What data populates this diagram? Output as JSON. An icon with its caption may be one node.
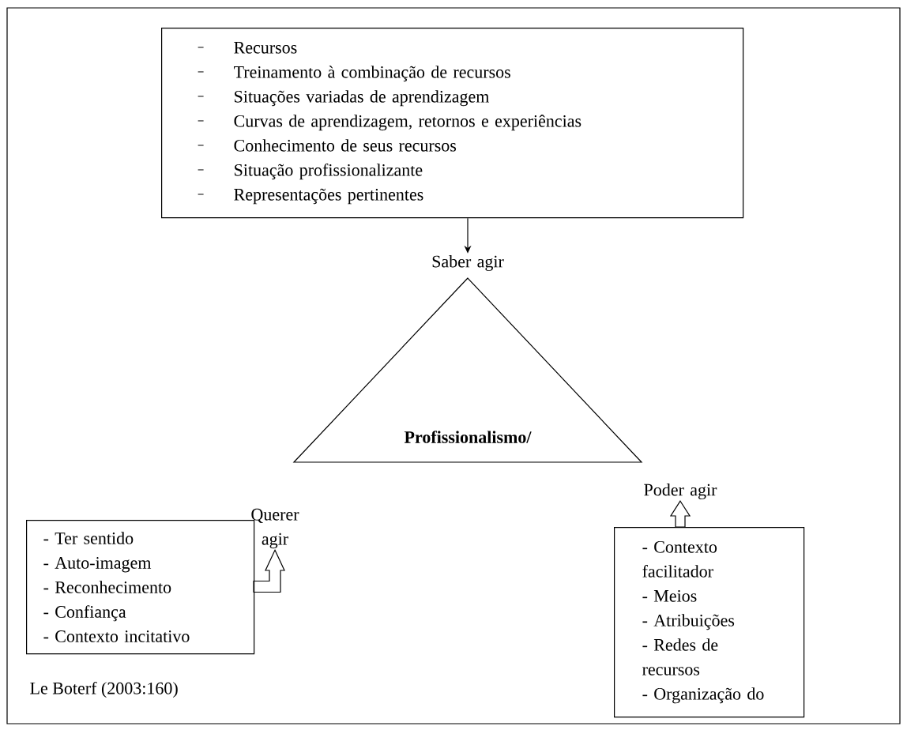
{
  "diagram": {
    "nodes": [
      {
        "text": [
          "Recursos",
          "Treinamento à combinação de recursos",
          "Situações variadas de aprendizagem",
          "Curvas de aprendizagem, retornos e experiências",
          "Conhecimento de seus recursos",
          "Situação profissionalizante",
          "Representações pertinentes"
        ]
      },
      {
        "text": [
          "Saber agir"
        ]
      },
      {
        "text": [
          "Profissionalismo/"
        ]
      },
      {
        "text": [
          "Querer agir"
        ]
      },
      {
        "text": [
          "Poder agir"
        ]
      },
      {
        "text": [
          "- Ter sentido",
          "- Auto-imagem",
          "- Reconhecimento",
          "- Confiança",
          "- Contexto incitativo"
        ]
      },
      {
        "text": [
          "- Contexto facilitador",
          "- Meios",
          "- Atribuições",
          "- Redes de recursos",
          "- Organização do"
        ]
      }
    ],
    "edges": [
      {
        "from": 0,
        "to": 1,
        "arrow": "to"
      },
      {
        "from": 5,
        "to": 3,
        "arrow": "to"
      },
      {
        "from": 6,
        "to": 4,
        "arrow": "to"
      }
    ],
    "labels": [
      "Le Boterf (2003:160)"
    ]
  }
}
